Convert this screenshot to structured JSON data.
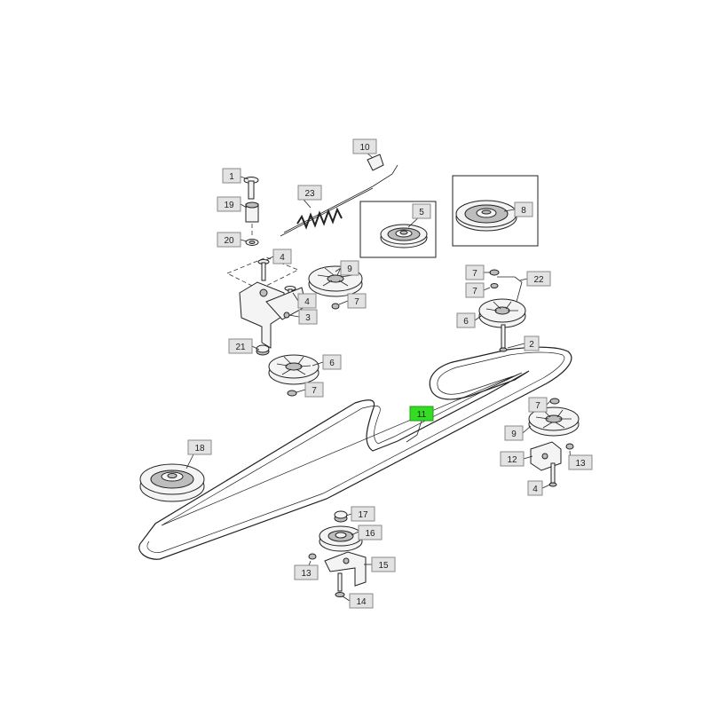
{
  "diagram": {
    "highlight": "11",
    "highlight_color": "#33dd22",
    "callouts": [
      "1",
      "2",
      "3",
      "4",
      "4",
      "4",
      "5",
      "6",
      "6",
      "7",
      "7",
      "7",
      "7",
      "7",
      "8",
      "9",
      "9",
      "10",
      "11",
      "12",
      "13",
      "13",
      "14",
      "15",
      "16",
      "17",
      "18",
      "19",
      "20",
      "21",
      "22",
      "23"
    ]
  }
}
